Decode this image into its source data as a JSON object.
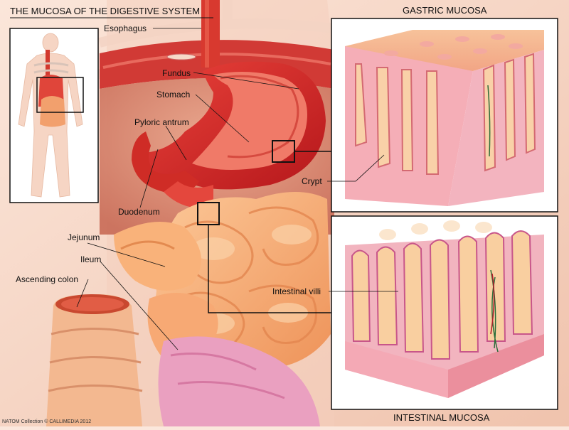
{
  "title": "THE MUCOSA OF THE DIGESTIVE SYSTEM",
  "panels": {
    "gastric": "GASTRIC MUCOSA",
    "intestinal": "INTESTINAL MUCOSA"
  },
  "labels": {
    "esophagus": "Esophagus",
    "fundus": "Fundus",
    "stomach": "Stomach",
    "pyloric_antrum": "Pyloric antrum",
    "duodenum": "Duodenum",
    "jejunum": "Jejunum",
    "ileum": "Ileum",
    "ascending_colon": "Ascending colon",
    "crypt": "Crypt",
    "intestinal_villi": "Intestinal villi"
  },
  "credit": "NATOM Collection © CALLIMEDIA 2012"
}
